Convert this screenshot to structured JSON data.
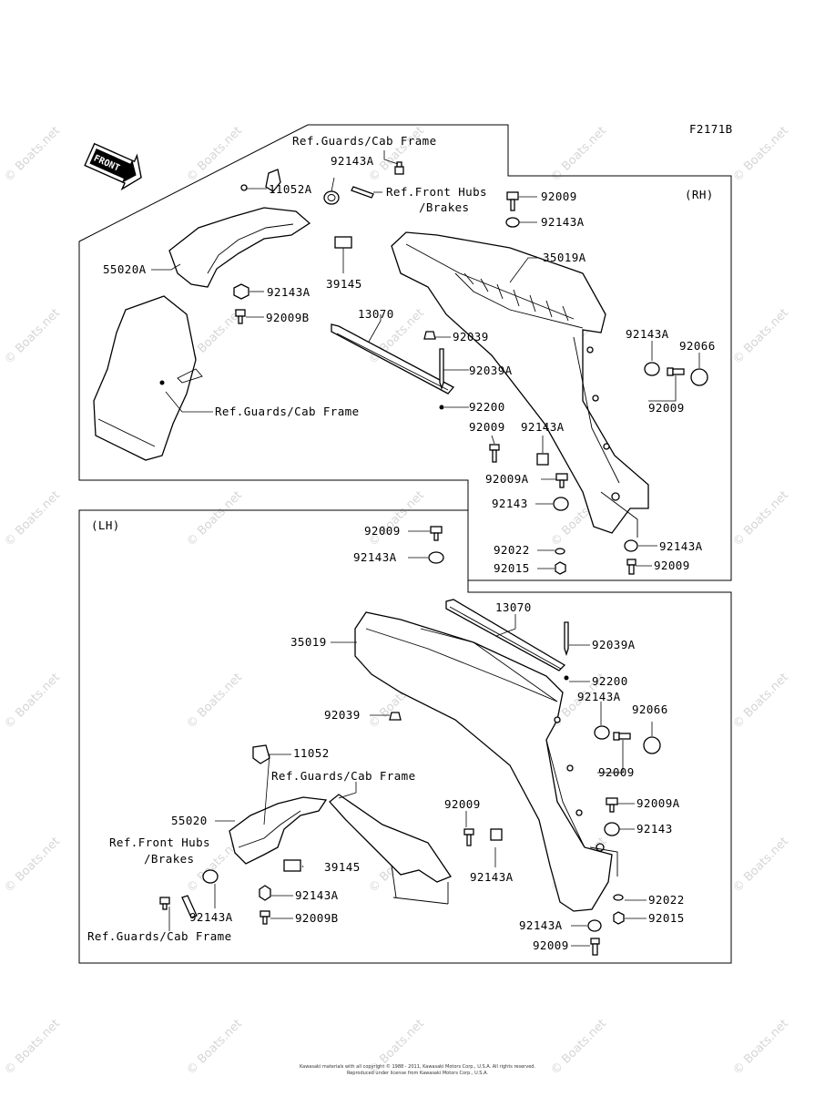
{
  "figure_code": "F2171B",
  "watermark": "© Boats.net",
  "footer": [
    "Kawasaki materials with all copyright © 1988 - 2011, Kawasaki Motors Corp., U.S.A. All rights reserved.",
    "Reproduced under license from Kawasaki Motors Corp., U.S.A."
  ],
  "sections": {
    "rh": "(RH)",
    "lh": "(LH)"
  },
  "front_arrow": "FRONT",
  "rh_labels": {
    "ref_guards_top": "Ref.Guards/Cab Frame",
    "p92143A_top": "92143A",
    "p11052A": "11052A",
    "ref_hubs_1": "Ref.Front Hubs",
    "ref_hubs_2": "/Brakes",
    "p92009_a": "92009",
    "p92143A_b": "92143A",
    "p35019A": "35019A",
    "p55020A": "55020A",
    "p39145": "39145",
    "p92143A_c": "92143A",
    "p92009B": "92009B",
    "p13070": "13070",
    "p92039": "92039",
    "p92039A": "92039A",
    "p92200": "92200",
    "ref_guards_mid": "Ref.Guards/Cab Frame",
    "p92143A_d": "92143A",
    "p92066": "92066",
    "p92009_b": "92009",
    "p92009_c": "92009",
    "p92143A_e": "92143A",
    "p92009A": "92009A",
    "p92143": "92143",
    "p92022": "92022",
    "p92015": "92015",
    "p92143A_f": "92143A",
    "p92009_d": "92009"
  },
  "lh_labels": {
    "p92009_a": "92009",
    "p92143A_a": "92143A",
    "p13070": "13070",
    "p35019": "35019",
    "p92039A": "92039A",
    "p92200": "92200",
    "p92143A_b": "92143A",
    "p92066": "92066",
    "p92039": "92039",
    "p11052": "11052",
    "ref_guards_a": "Ref.Guards/Cab Frame",
    "p92009_b": "92009",
    "p92009A": "92009A",
    "p55020": "55020",
    "p92143": "92143",
    "ref_hubs_1": "Ref.Front Hubs",
    "ref_hubs_2": "/Brakes",
    "p39145": "39145",
    "p92143A_c": "92143A",
    "p92143A_d": "92143A",
    "p92009B": "92009B",
    "p92143A_e": "92143A",
    "p92022": "92022",
    "p92015": "92015",
    "p92143A_f": "92143A",
    "p92009_c": "92009",
    "ref_guards_b": "Ref.Guards/Cab Frame"
  }
}
